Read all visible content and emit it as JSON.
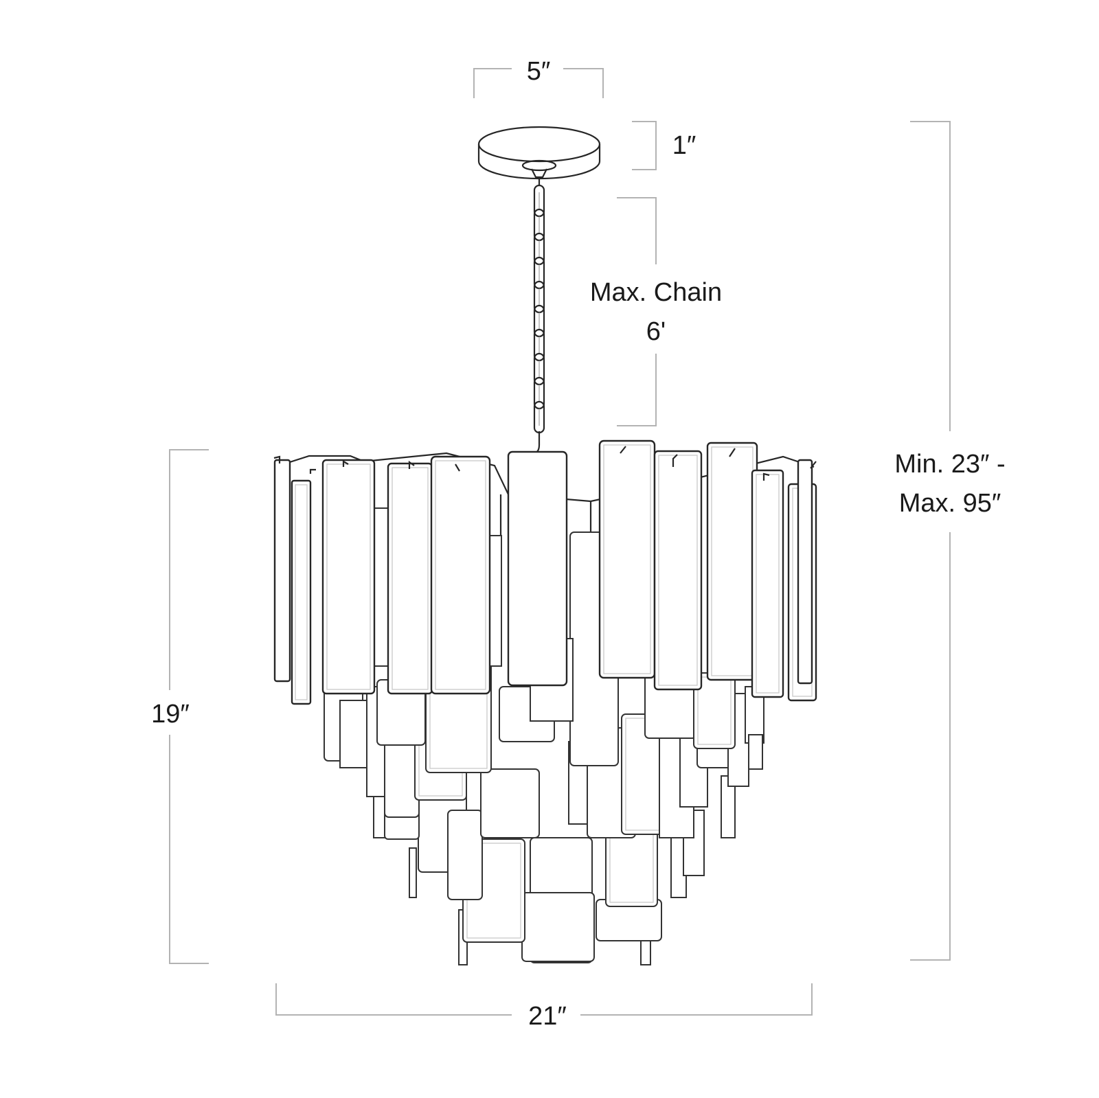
{
  "dimensions": {
    "canopy_width": "5″",
    "canopy_height": "1″",
    "max_chain_line1": "Max. Chain",
    "max_chain_line2": "6'",
    "overall_line1": "Min. 23″ -",
    "overall_line2": "Max. 95″",
    "fixture_height": "19″",
    "fixture_width": "21″"
  },
  "colors": {
    "line": "#262626",
    "dimension_line": "#b3b3b3",
    "text": "#1a1a1a",
    "background": "#ffffff"
  }
}
